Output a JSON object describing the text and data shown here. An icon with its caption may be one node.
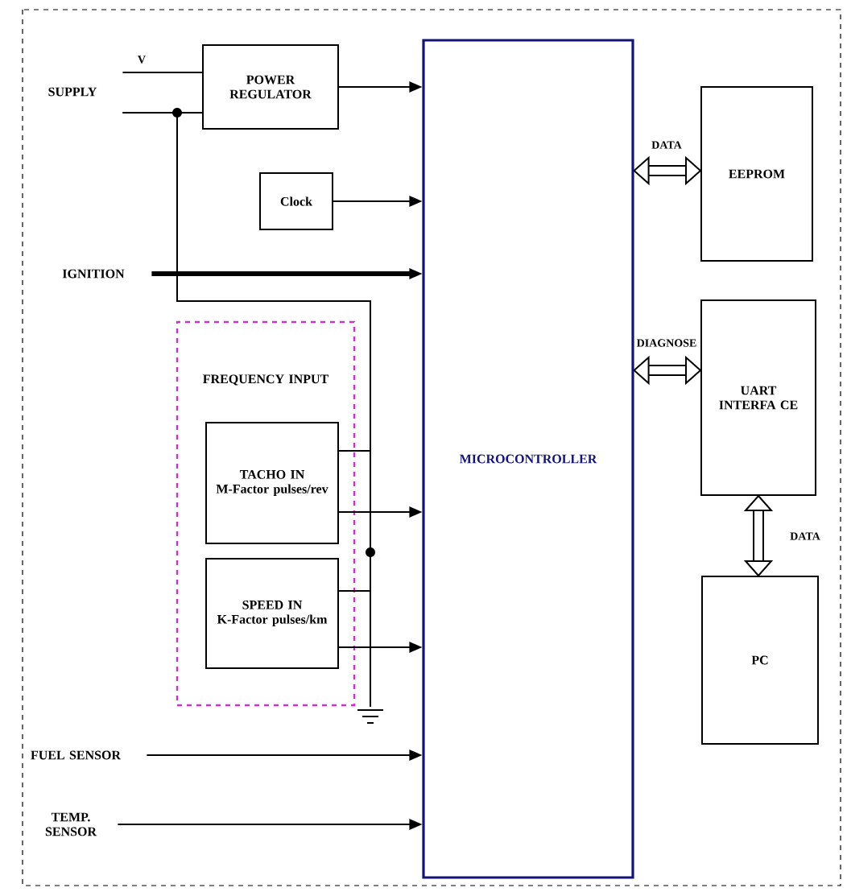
{
  "diagram": {
    "nodes": [
      {
        "text": [
          "SUPPLY"
        ]
      },
      {
        "text": [
          "POWER REGULATOR"
        ]
      },
      {
        "text": [
          "Clock"
        ]
      },
      {
        "text": [
          "IGNITION"
        ]
      },
      {
        "text": [
          "FREQUENCY INPUT"
        ]
      },
      {
        "text": [
          "TACHO IN",
          "M-Factor pulses/rev"
        ],
        "in": 4
      },
      {
        "text": [
          "SPEED IN",
          "K-Factor pulses/km"
        ],
        "in": 4
      },
      {
        "text": [
          "FUEL SENSOR"
        ]
      },
      {
        "text": [
          "TEMP. SENSOR"
        ]
      },
      {
        "text": [
          "MICROCONTROLLER"
        ]
      },
      {
        "text": [
          "EEPROM"
        ]
      },
      {
        "text": [
          "UART INTERFA CE"
        ]
      },
      {
        "text": [
          "PC"
        ]
      },
      {
        "text": [],
        "shape": "ground"
      }
    ],
    "edges": [
      {
        "from": 0,
        "to": 1,
        "arrow": "none",
        "label": "V"
      },
      {
        "from": 0,
        "to": 1,
        "arrow": "none"
      },
      {
        "from": 0,
        "to": 13,
        "arrow": "none"
      },
      {
        "from": 1,
        "to": 9,
        "arrow": "to"
      },
      {
        "from": 2,
        "to": 9,
        "arrow": "to"
      },
      {
        "from": 3,
        "to": 9,
        "arrow": "to",
        "style": "thick"
      },
      {
        "from": 5,
        "to": 9,
        "arrow": "to"
      },
      {
        "from": 6,
        "to": 9,
        "arrow": "to"
      },
      {
        "from": 5,
        "to": 13,
        "arrow": "none"
      },
      {
        "from": 6,
        "to": 13,
        "arrow": "none"
      },
      {
        "from": 7,
        "to": 9,
        "arrow": "to"
      },
      {
        "from": 8,
        "to": 9,
        "arrow": "to"
      },
      {
        "from": 9,
        "to": 10,
        "arrow": "both",
        "label": "DATA",
        "style": "thick"
      },
      {
        "from": 9,
        "to": 11,
        "arrow": "both",
        "label": "DIAGNOSE",
        "style": "thick"
      },
      {
        "from": 11,
        "to": 12,
        "arrow": "both",
        "label": "DATA",
        "style": "thick"
      }
    ]
  }
}
